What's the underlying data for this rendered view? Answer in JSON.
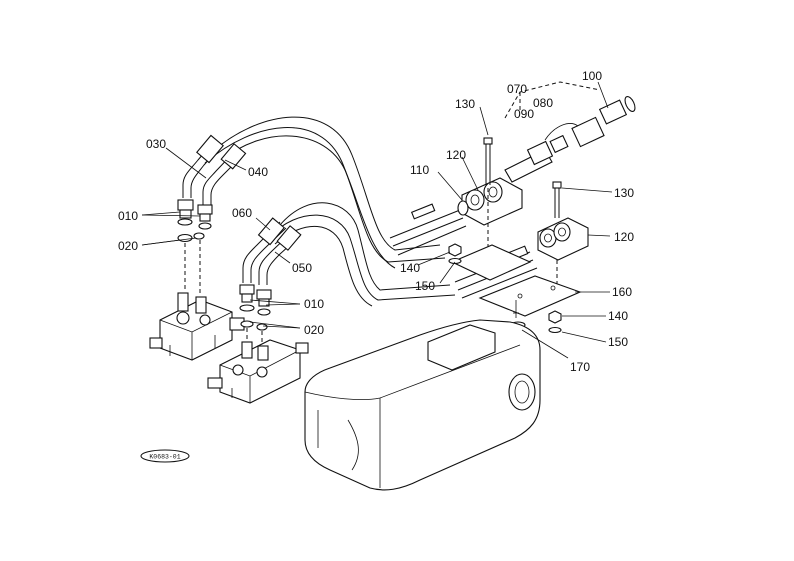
{
  "diagram": {
    "callouts": {
      "c030": "030",
      "c040": "040",
      "c010a": "010",
      "c020a": "020",
      "c060": "060",
      "c050": "050",
      "c010b": "010",
      "c020b": "020",
      "c110": "110",
      "c120a": "120",
      "c130a": "130",
      "c070": "070",
      "c080": "080",
      "c090": "090",
      "c100": "100",
      "c130b": "130",
      "c120b": "120",
      "c140a": "140",
      "c150a": "150",
      "c160": "160",
      "c140b": "140",
      "c150b": "150",
      "c170": "170"
    },
    "stamp": "K0683-01"
  }
}
